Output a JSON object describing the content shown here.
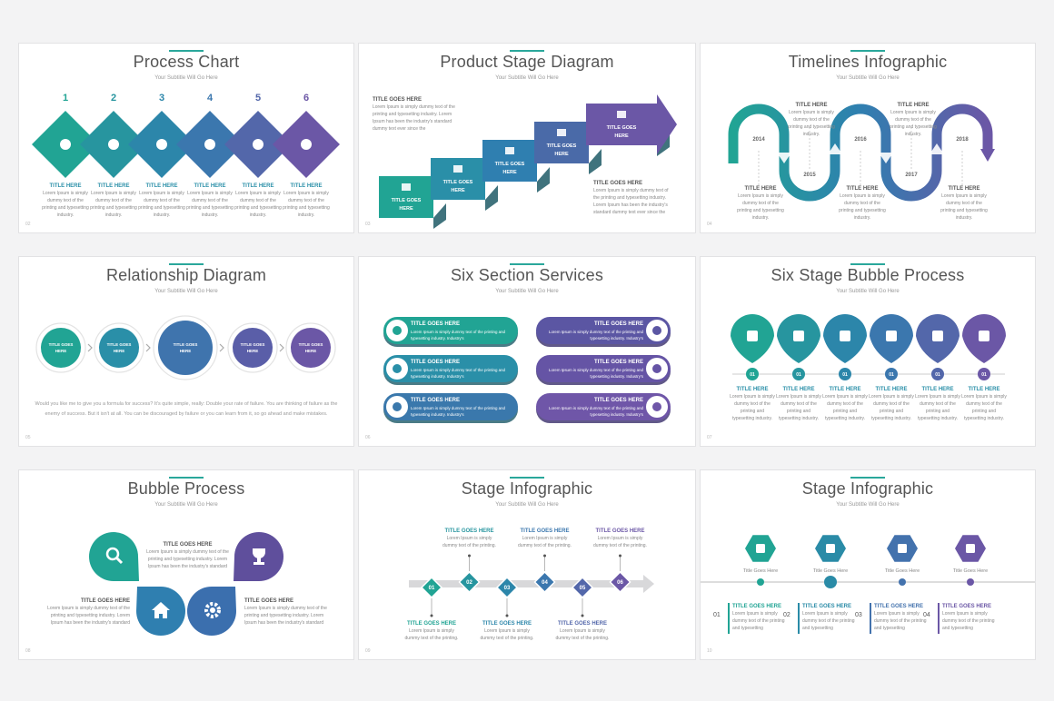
{
  "subtitle": "Your Subtitle Will Go Here",
  "lorem": "Lorem Ipsum is simply dummy text of the printing and typesetting industry.",
  "title_here": "TITLE HERE",
  "title_goes_here": "TITLE GOES HERE",
  "title_goes_here_case": "Title Goes Here",
  "colors": {
    "teal": "#21a494",
    "blue": "#2f7fb0",
    "violet": "#6b57a6",
    "gray": "#555555"
  },
  "slides": [
    {
      "title": "Process Chart",
      "page": "02",
      "numbers": [
        "1",
        "2",
        "3",
        "4",
        "5",
        "6"
      ],
      "icons": [
        "user-icon",
        "cloud-download-icon",
        "location-pin-icon",
        "heart-icon",
        "globe-icon",
        "magnifier-icon"
      ]
    },
    {
      "title": "Product Stage Diagram",
      "page": "03",
      "left_title": "TITLE GOES HERE",
      "left_text": "Lorem Ipsum is simply dummy text of the printing and typesetting industry. Lorem Ipsum has been the industry's standard dummy text ever since the",
      "right_title": "TITLE GOES HERE",
      "right_text": "Lorem Ipsum is simply dummy text of the printing and typesetting industry. Lorem Ipsum has been the industry's standard dummy text ever since the"
    },
    {
      "title": "Timelines Infographic",
      "page": "04",
      "years": [
        "2014",
        "2015",
        "2016",
        "2017",
        "2018"
      ]
    },
    {
      "title": "Relationship Diagram",
      "page": "05",
      "nodes": [
        "TITLE GOES HERE",
        "TITLE GOES HERE",
        "TITLE GOES HERE",
        "TITLE GOES HERE",
        "TITLE GOES HERE"
      ],
      "body": "Would you like me to give you a formula for success? It's quite simple, really: Double your rate of failure. You are thinking of failure as the enemy of success. But it isn't at all. You can be discouraged by failure or you can learn from it, so go ahead and make mistakes."
    },
    {
      "title": "Six Section Services",
      "page": "06",
      "left_icons": [
        "team-icon",
        "magnifier-icon",
        "group-icon"
      ],
      "right_icons": [
        "gears-icon",
        "target-icon",
        "heart-icon"
      ],
      "pill_text": "Lorem Ipsum is simply dummy text of the printing and typesetting industry. Industry's"
    },
    {
      "title": "Six Stage Bubble Process",
      "page": "07",
      "badge": "01",
      "icons": [
        "user-icon",
        "bank-icon",
        "cloud-download-icon",
        "image-file-icon",
        "envelope-icon",
        "car-icon"
      ]
    },
    {
      "title": "Bubble Process",
      "page": "08",
      "icons": [
        "magnifier-icon",
        "trophy-icon",
        "home-icon",
        "gear-icon"
      ],
      "text": "Lorem Ipsum is simply dummy text of the printing and typesetting industry. Lorem Ipsum has been the industry's standard"
    },
    {
      "title": "Stage Infographic",
      "page": "09",
      "steps": [
        "01",
        "02",
        "03",
        "04",
        "05",
        "06"
      ],
      "short": "Lorem Ipsum is simply dummy text of the printing."
    },
    {
      "title": "Stage Infographic",
      "page": "10",
      "steps": [
        "01",
        "02",
        "03",
        "04"
      ],
      "icons": [
        "lock-icon",
        "home-icon",
        "flag-icon",
        "unlock-icon"
      ],
      "short": "Lorem Ipsum is simply dummy text of the printing and typesetting"
    }
  ]
}
